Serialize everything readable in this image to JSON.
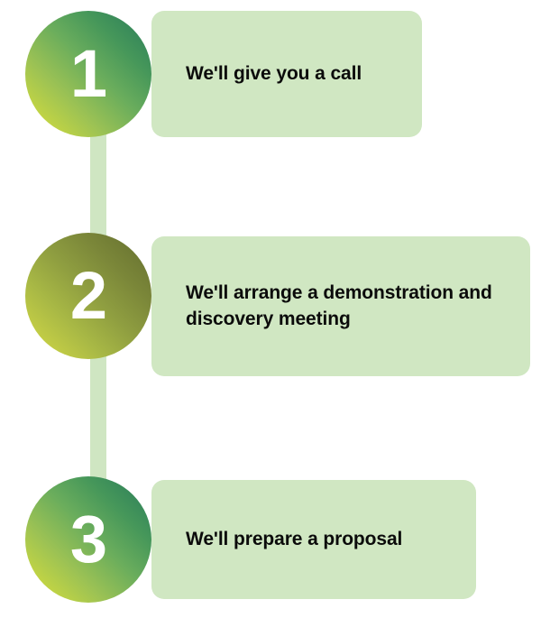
{
  "graphic": {
    "type": "numbered-step-list",
    "background_color": "#ffffff",
    "connector_color": "#cfe6c2",
    "card_color": "#d0e7c2",
    "card_text_color": "#0b0b0b",
    "number_color": "#ffffff"
  },
  "steps": [
    {
      "number": "1",
      "label": "We'll give you a call",
      "badge_gradient_from": "#d9e04a",
      "badge_gradient_to": "#2d7d59"
    },
    {
      "number": "2",
      "label": "We'll arrange a demonstration and discovery meeting",
      "badge_gradient_from": "#d6dc48",
      "badge_gradient_to": "#666f30"
    },
    {
      "number": "3",
      "label": "We'll prepare a proposal",
      "badge_gradient_from": "#d9e04a",
      "badge_gradient_to": "#2d7d59"
    }
  ]
}
